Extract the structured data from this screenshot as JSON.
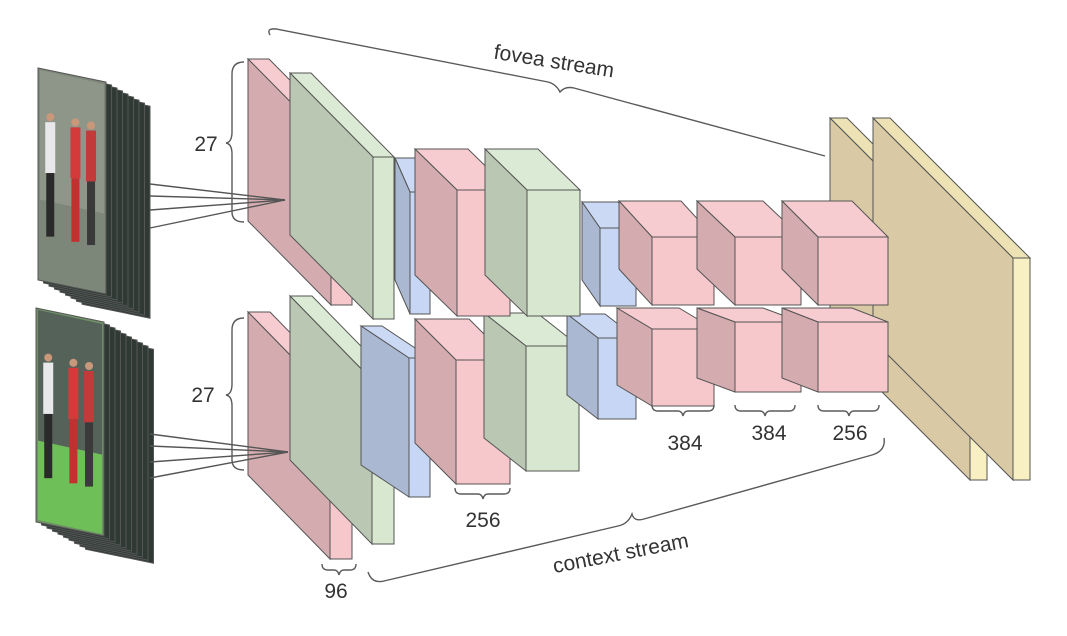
{
  "labels": {
    "fovea_stream": "fovea stream",
    "context_stream": "context stream",
    "top_input_size": "27",
    "bottom_input_size": "27",
    "conv1_depth": "96",
    "conv2_depth": "256",
    "conv3_depth": "384",
    "conv4_depth": "384",
    "conv5_depth": "256"
  },
  "colors": {
    "conv": "#f6c8cc",
    "norm": "#d8e8d0",
    "pool": "#c6d6f4",
    "fc": "#f8efc2"
  }
}
